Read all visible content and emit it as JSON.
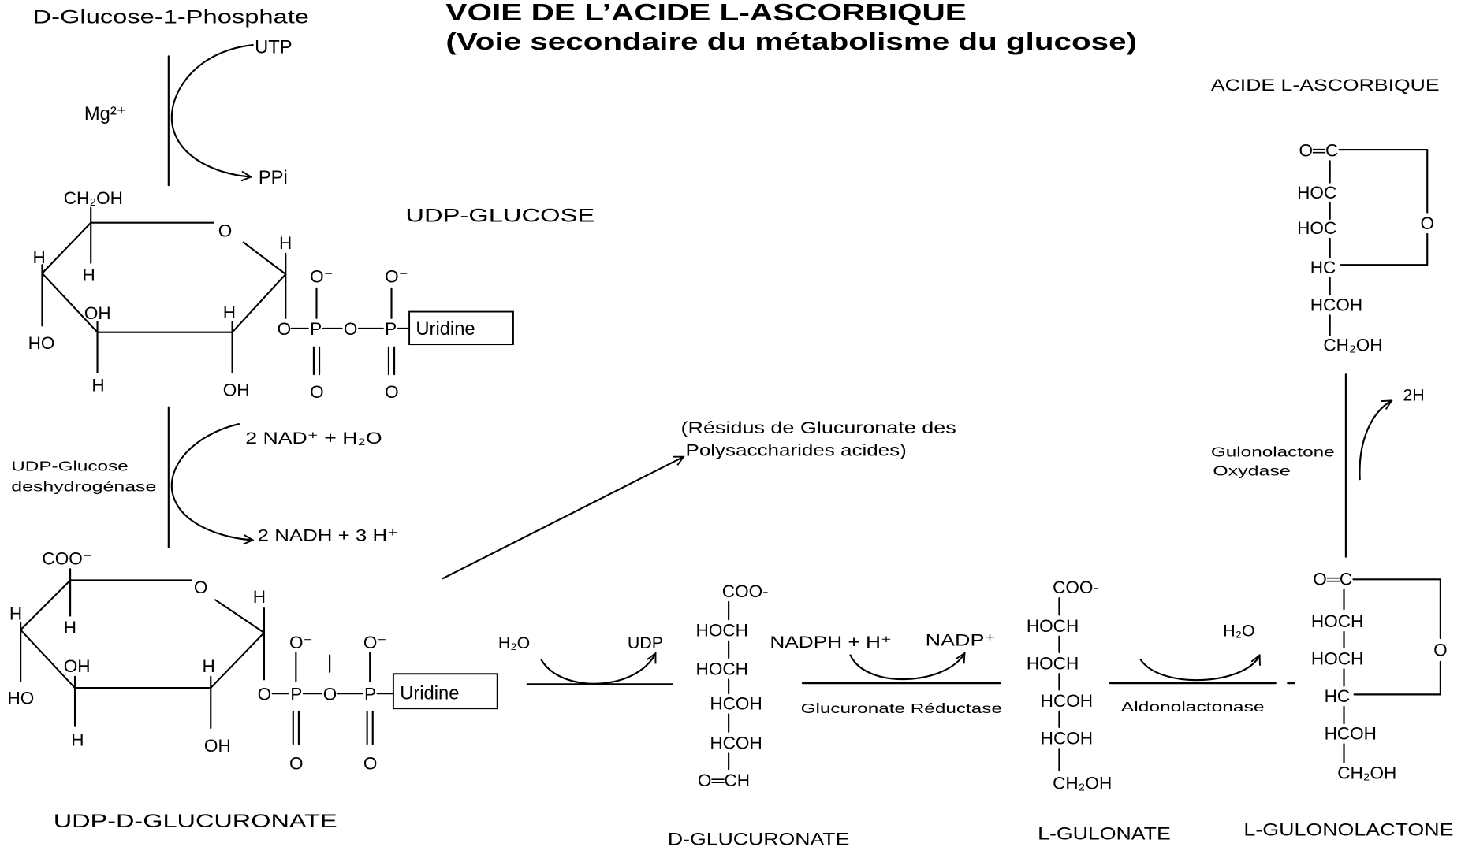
{
  "title": {
    "line1": "VOIE DE L’ACIDE L-ASCORBIQUE",
    "line2": "(Voie secondaire du métabolisme du glucose)"
  },
  "step_udp_glucose_formation": {
    "substrate": "D-Glucose-1-Phosphate",
    "cofactor_in": "UTP",
    "ion": "Mg²⁺",
    "cofactor_out": "PPi"
  },
  "udp_glucose": {
    "name": "UDP-GLUCOSE",
    "c6": "CH₂OH",
    "ring_o": "O",
    "c1_h": "H",
    "c5_h": "H",
    "c4_h": "H",
    "c4_oh": "HO",
    "c3_oh": "OH",
    "c3_h": "H",
    "c2_h": "H",
    "c2_oh": "OH",
    "phosphates": {
      "o_link": "O",
      "p1": "P",
      "o_bridge": "O",
      "p2": "P",
      "p1_o_minus": "O⁻",
      "p2_o_minus": "O⁻",
      "p1_o_double": "O",
      "p2_o_double": "O"
    },
    "nucleoside": "Uridine"
  },
  "oxidation_step": {
    "enzyme": [
      "UDP-Glucose",
      "deshydrogénase"
    ],
    "cofactor_in": "2 NAD⁺ + H₂O",
    "cofactor_out": "2 NADH + 3 H⁺"
  },
  "udp_glucuronate": {
    "name": "UDP-D-GLUCURONATE",
    "c6": "COO⁻",
    "ring_o": "O",
    "c1_h": "H",
    "c5_h": "H",
    "c4_h": "H",
    "c4_oh": "HO",
    "c3_oh": "OH",
    "c3_h": "H",
    "c2_h": "H",
    "c2_oh": "OH",
    "phosphates": {
      "o_link": "O",
      "p1": "P",
      "o_bridge": "O",
      "p2": "P",
      "p1_o_minus": "O⁻",
      "p2_o_minus": "O⁻",
      "p1_o_double": "O",
      "p2_o_double": "O"
    },
    "nucleoside": "Uridine"
  },
  "branch": {
    "lines": [
      "(Résidus de Glucuronate des",
      "Polysaccharides acides)"
    ]
  },
  "hydrolysis_step": {
    "cofactor_in": "H₂O",
    "cofactor_out": "UDP"
  },
  "d_glucuronate": {
    "name": "D-GLUCURONATE",
    "groups": [
      "COO-",
      "HOCH",
      "HOCH",
      "HCOH",
      "HCOH",
      "O═CH"
    ]
  },
  "reduction_step": {
    "enzyme": "Glucuronate Réductase",
    "cofactor_in": "NADPH + H⁺",
    "cofactor_out": "NADP⁺"
  },
  "l_gulonate": {
    "name": "L-GULONATE",
    "groups": [
      "COO-",
      "HOCH",
      "HOCH",
      "HCOH",
      "HCOH",
      "CH₂OH"
    ]
  },
  "lactonisation_step": {
    "enzyme": "Aldonolactonase",
    "cofactor_out": "H₂O"
  },
  "l_gulonolactone": {
    "name": "L-GULONOLACTONE",
    "groups": [
      "O═C",
      "HOCH",
      "HOCH",
      "HC",
      "HCOH",
      "CH₂OH"
    ],
    "ring_o": "O"
  },
  "oxidase_step": {
    "enzyme": [
      "Gulonolactone",
      "Oxydase"
    ],
    "cofactor_out": "2H"
  },
  "l_ascorbic_acid": {
    "name": "ACIDE L-ASCORBIQUE",
    "groups": [
      "O═C",
      "HOC",
      "HOC",
      "HC",
      "HCOH",
      "CH₂OH"
    ],
    "ring_o": "O"
  }
}
